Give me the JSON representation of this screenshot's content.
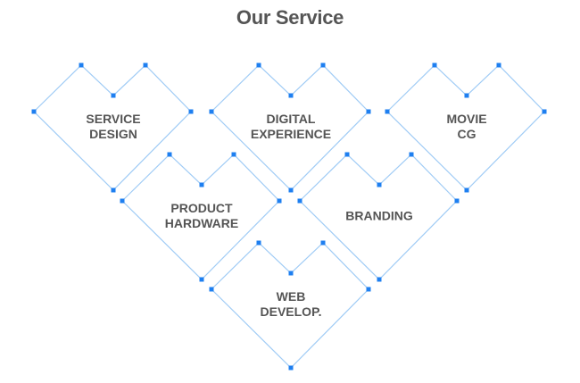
{
  "header": {
    "title": "Our Service"
  },
  "colors": {
    "line": "#9fcbf5",
    "node": "#1e7ff0",
    "text": "#555555"
  },
  "services": [
    {
      "id": "service-design",
      "lines": [
        "SERVICE",
        "DESIGN"
      ]
    },
    {
      "id": "digital-experience",
      "lines": [
        "DIGITAL",
        "EXPERIENCE"
      ]
    },
    {
      "id": "movie-cg",
      "lines": [
        "MOVIE",
        "CG"
      ]
    },
    {
      "id": "product-hardware",
      "lines": [
        "PRODUCT",
        "HARDWARE"
      ]
    },
    {
      "id": "branding",
      "lines": [
        "BRANDING"
      ]
    },
    {
      "id": "web-develop",
      "lines": [
        "WEB",
        "DEVELOP."
      ]
    }
  ]
}
